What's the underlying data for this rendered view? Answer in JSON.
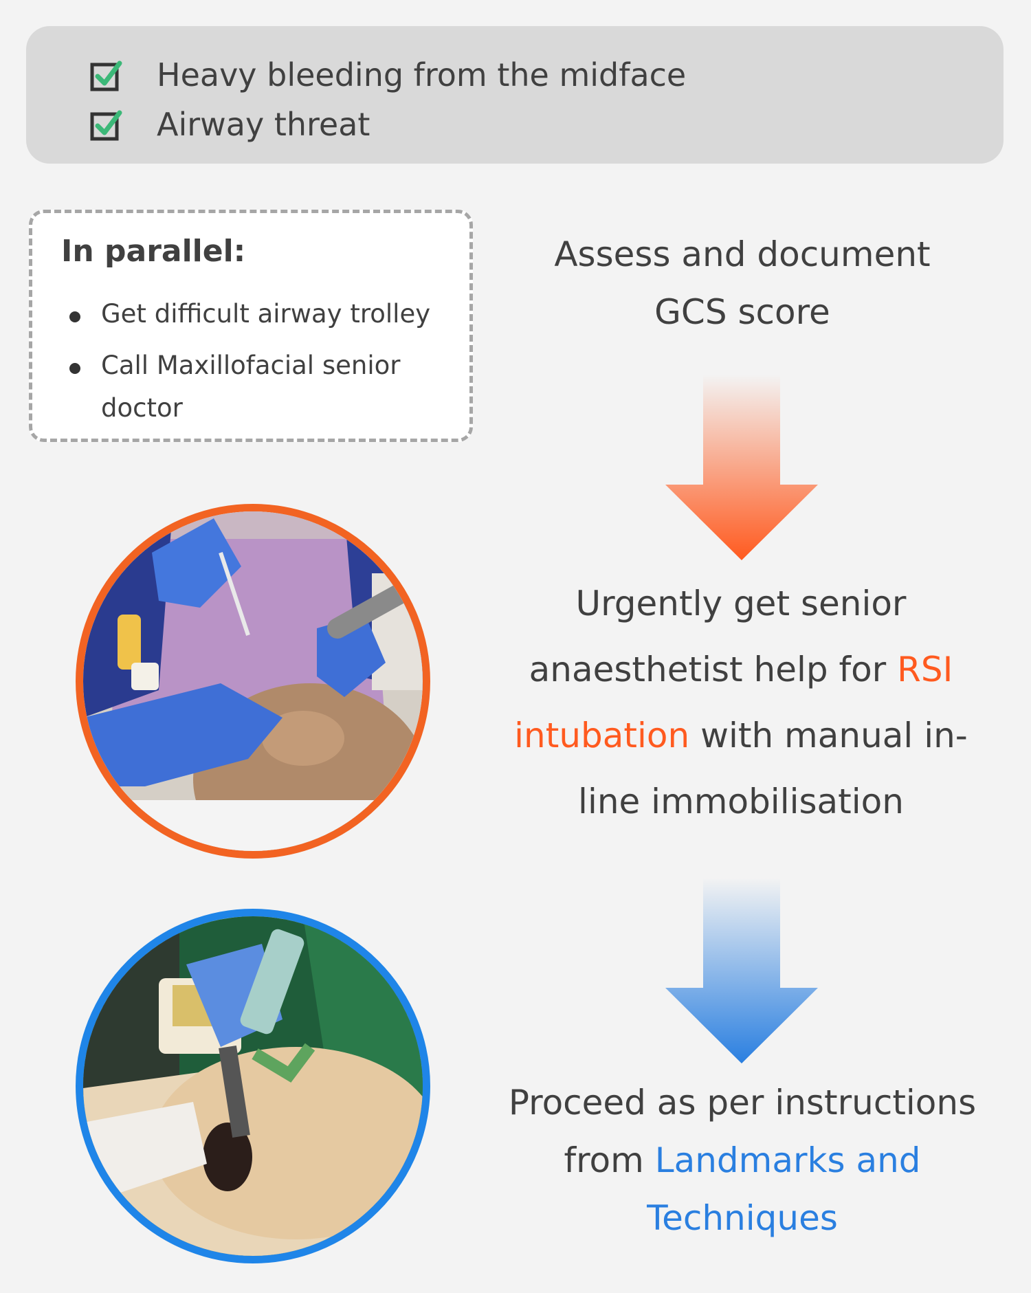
{
  "checklist": {
    "items": [
      "Heavy bleeding from the midface",
      "Airway threat"
    ]
  },
  "parallel": {
    "title": "In parallel:",
    "items": [
      "Get difficult airway trolley",
      "Call Maxillofacial senior doctor"
    ]
  },
  "steps": {
    "assess": "Assess and document GCS score",
    "urgent": {
      "before": "Urgently get senior anaesthetist help for ",
      "highlight": "RSI intubation",
      "after": " with manual in-line immobilisation"
    },
    "proceed": {
      "before": "Proceed as per instructions from ",
      "link": "Landmarks and Techniques"
    }
  },
  "colors": {
    "check": "#3cb878",
    "orange": "#ff5a1f",
    "blue": "#2a7fe0",
    "box_bg": "#d9d9d9"
  },
  "icons": {
    "check": "checkbox-checked-icon",
    "arrow": "arrow-down-icon"
  }
}
